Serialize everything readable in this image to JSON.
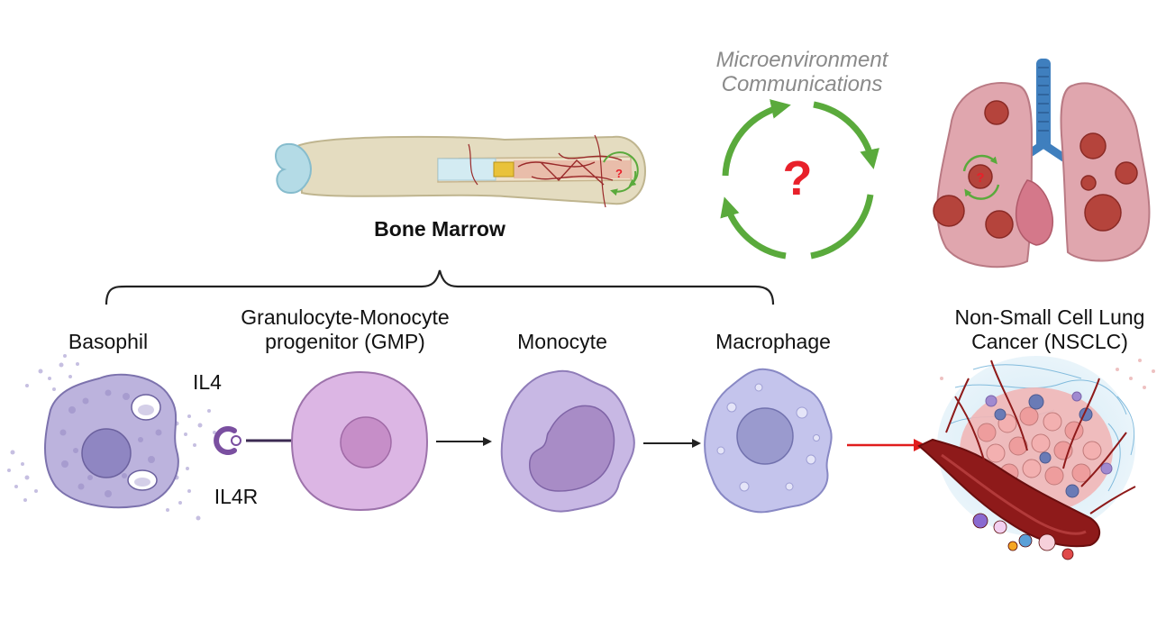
{
  "labels": {
    "bone_marrow": "Bone Marrow",
    "microenv_line1": "Microenvironment",
    "microenv_line2": "Communications",
    "question": "?",
    "bone_question": "?",
    "lung_question": "?",
    "basophil": "Basophil",
    "gmp_line1": "Granulocyte-Monocyte",
    "gmp_line2": "progenitor (GMP)",
    "monocyte": "Monocyte",
    "macrophage": "Macrophage",
    "nsclc_line1": "Non-Small Cell Lung",
    "nsclc_line2": "Cancer (NSCLC)",
    "il4": "IL4",
    "il4r": "IL4R"
  },
  "colors": {
    "cycle_arrow": "#5aaa3c",
    "question_mark": "#e8202a",
    "red_arrow": "#e01c1c",
    "caption_grey": "#8a8a8a",
    "basophil": "#b9b0da",
    "gmp": "#dcb6e4",
    "monocyte": "#c8b8e4",
    "macrophage": "#c4c4ec",
    "tumor": "#f1b6b6",
    "vessel": "#8e1a1a",
    "lung": "#e0a6ae"
  }
}
